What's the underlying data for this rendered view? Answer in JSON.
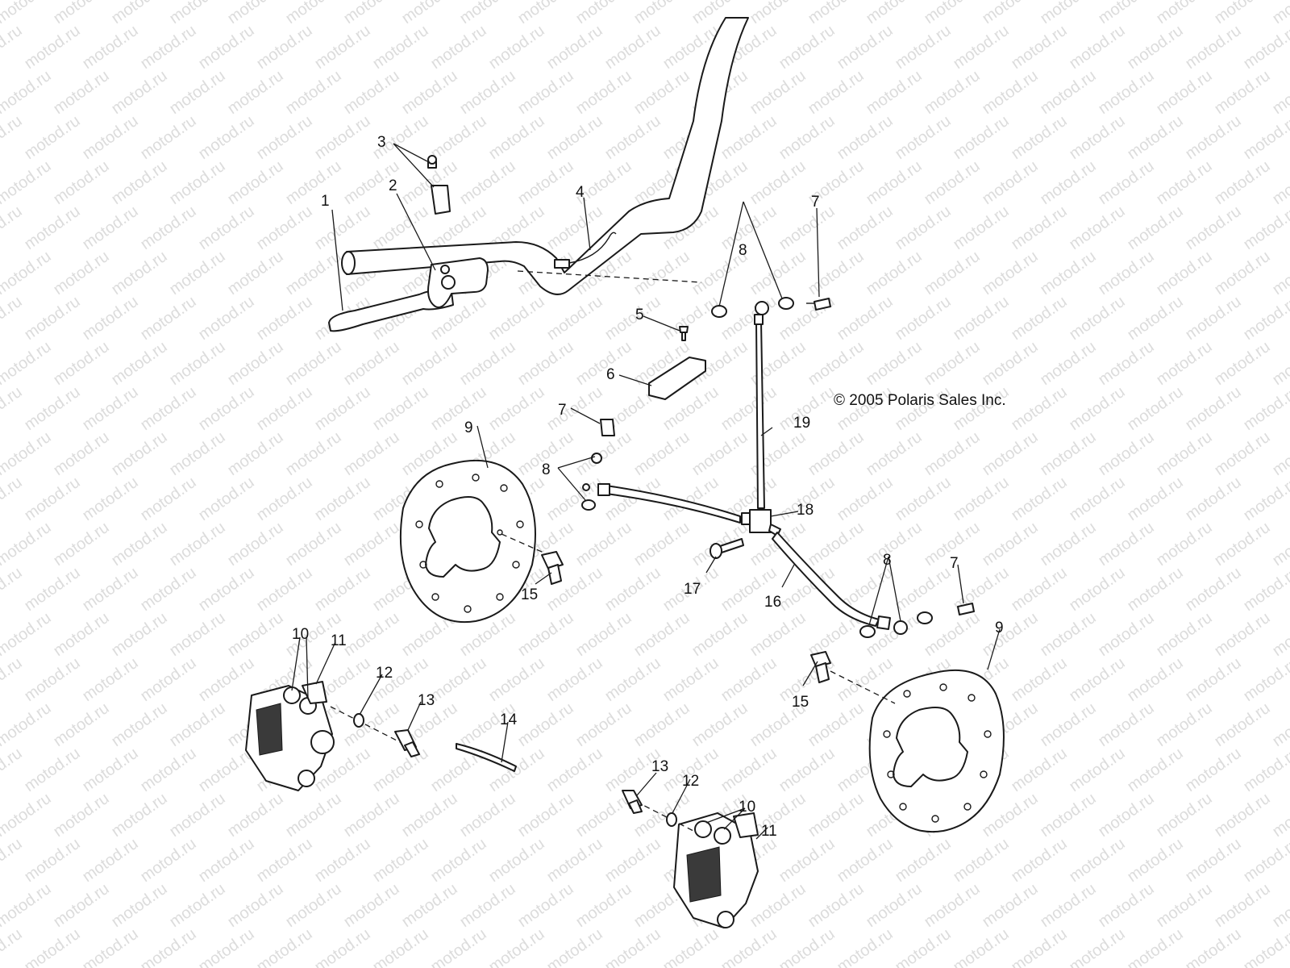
{
  "copyright": "© 2005 Polaris Sales Inc.",
  "watermark": "motod.ru",
  "callouts": {
    "lever": "1",
    "master_cylinder": "2",
    "clamp": "3",
    "switch": "4",
    "bracket_screw": "5",
    "bracket": "6",
    "banjo_bolt_top": "7",
    "washers_top": "8",
    "banjo_bolt_left": "7",
    "washers_left": "8",
    "disc_left": "9",
    "pistons_left": "10",
    "caliper_left": "11",
    "washer_left": "12",
    "bleeder_left": "13",
    "cable_tie": "14",
    "disc_bolt_left": "15",
    "hose_right": "16",
    "tee_bolt": "17",
    "tee_junction": "18",
    "hose_main": "19",
    "washers_right": "8",
    "banjo_bolt_right": "7",
    "disc_right": "9",
    "disc_bolt_right": "15",
    "bleeder_right": "13",
    "washer_right": "12",
    "pistons_right": "10",
    "caliper_right": "11"
  }
}
